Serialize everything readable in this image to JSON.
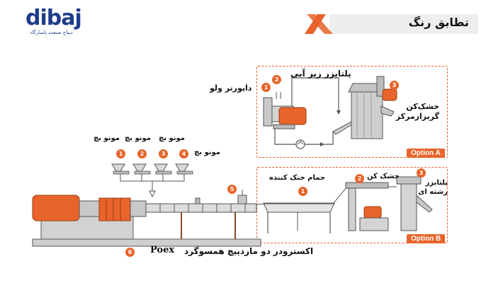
{
  "header": {
    "logo_text": "dibaj",
    "logo_subtitle": "دیباج صنعت پاسارگاد",
    "title": "تطابق رنگ"
  },
  "colors": {
    "accent": "#e8642a",
    "machine_gray": "#c8c8c8",
    "line": "#555555"
  },
  "labels": {
    "diverter": "دایورتر ولو",
    "underwater_pelletizer": "پلتایزر زیر آبی",
    "centrifugal_dryer": "خشک‌کن گریزازمرکز",
    "option_a": "Option A",
    "option_b": "Option B",
    "cooling_bath": "حمام خنک کننده",
    "dryer": "خشک کن",
    "strand_pelletizer": "پلتایزر رشته ای",
    "mono_batch_1": "مونو بچ",
    "mono_batch_2": "مونو بچ",
    "mono_batch_3": "مونو بچ",
    "mono_batch_4": "مونو بچ",
    "extruder": "اکسترودر دو ماردپیچ همسوگرد",
    "extruder_brand": "Poex"
  },
  "numbers": {
    "a1": "1",
    "a2": "2",
    "a3": "3",
    "b1": "1",
    "b2": "2",
    "b3": "3",
    "f1": "1",
    "f2": "2",
    "f3": "3",
    "f4": "4",
    "n5": "5",
    "n6": "6"
  }
}
